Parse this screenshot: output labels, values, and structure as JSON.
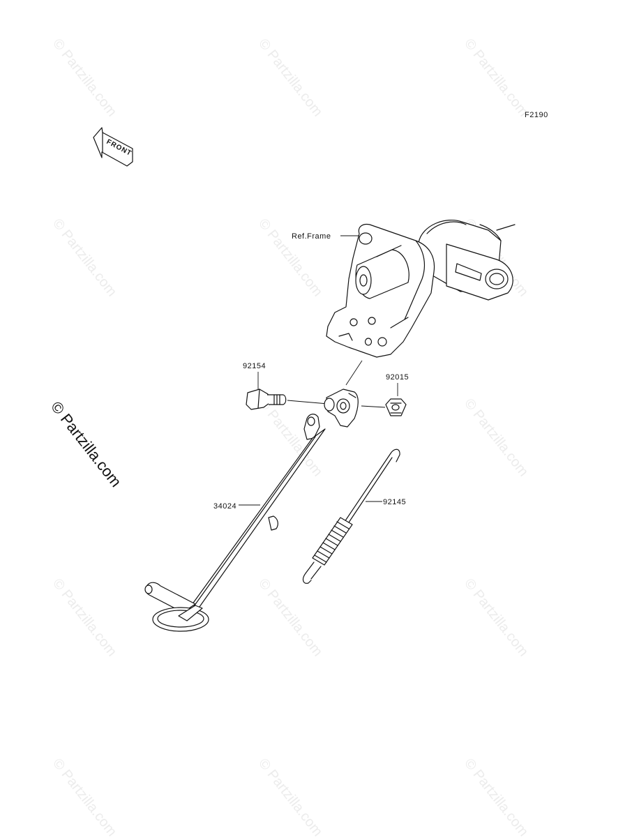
{
  "diagram": {
    "figure_code": "F2190",
    "front_label": "FRONT",
    "watermark_text": "© Partzilla.com",
    "callouts": {
      "frame_ref": "Ref.Frame",
      "bolt": "92154",
      "nut": "92015",
      "side_stand": "34024",
      "spring": "92145"
    },
    "colors": {
      "line": "#111111",
      "watermark": "#ececec"
    }
  }
}
